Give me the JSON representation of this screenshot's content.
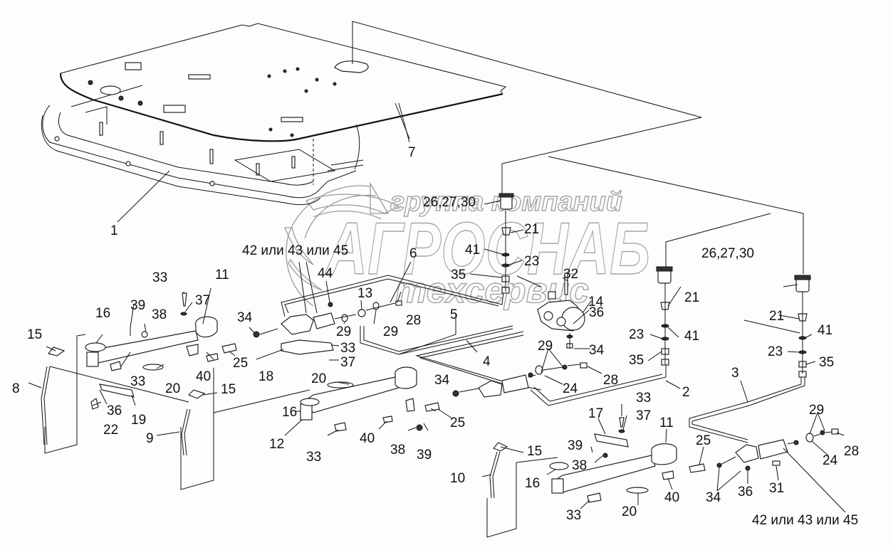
{
  "diagram": {
    "title": "Exploded parts diagram: cab floor with clutch and brake pedal hydraulic master cylinders",
    "watermark": {
      "line1": "группа компаний",
      "line2": "АГРОСНАБ",
      "line3": "техсервис",
      "color": "#a5a5a5"
    },
    "line_color": "#111111",
    "background": "#fcfdfc",
    "callouts": [
      {
        "id": "c1",
        "text": "1"
      },
      {
        "id": "c7",
        "text": "7"
      },
      {
        "id": "c26a",
        "text": "26,27,30"
      },
      {
        "id": "c21a",
        "text": "21"
      },
      {
        "id": "c41a",
        "text": "41"
      },
      {
        "id": "c23a",
        "text": "23"
      },
      {
        "id": "c35a",
        "text": "35"
      },
      {
        "id": "c32",
        "text": "32"
      },
      {
        "id": "c14",
        "text": "14"
      },
      {
        "id": "c42a",
        "text": "42 или 43 или 45"
      },
      {
        "id": "c6",
        "text": "6"
      },
      {
        "id": "c44",
        "text": "44"
      },
      {
        "id": "c13",
        "text": "13"
      },
      {
        "id": "c29a",
        "text": "29"
      },
      {
        "id": "c29b",
        "text": "29"
      },
      {
        "id": "c28a",
        "text": "28"
      },
      {
        "id": "c34a",
        "text": "34"
      },
      {
        "id": "c33a",
        "text": "33"
      },
      {
        "id": "c37a",
        "text": "37"
      },
      {
        "id": "c11a",
        "text": "11"
      },
      {
        "id": "c39a",
        "text": "39"
      },
      {
        "id": "c38a",
        "text": "38"
      },
      {
        "id": "c16a",
        "text": "16"
      },
      {
        "id": "c15a",
        "text": "15"
      },
      {
        "id": "c8",
        "text": "8"
      },
      {
        "id": "c33b",
        "text": "33"
      },
      {
        "id": "c20a",
        "text": "20"
      },
      {
        "id": "c40a",
        "text": "40"
      },
      {
        "id": "c25a",
        "text": "25"
      },
      {
        "id": "c18",
        "text": "18"
      },
      {
        "id": "c36a",
        "text": "36"
      },
      {
        "id": "c19",
        "text": "19"
      },
      {
        "id": "c22",
        "text": "22"
      },
      {
        "id": "c15b",
        "text": "15"
      },
      {
        "id": "c9",
        "text": "9"
      },
      {
        "id": "c33c",
        "text": "33"
      },
      {
        "id": "c37b",
        "text": "37"
      },
      {
        "id": "c5",
        "text": "5"
      },
      {
        "id": "c4",
        "text": "4"
      },
      {
        "id": "c36b",
        "text": "36"
      },
      {
        "id": "c34b",
        "text": "34"
      },
      {
        "id": "c29c",
        "text": "29"
      },
      {
        "id": "c24a",
        "text": "24"
      },
      {
        "id": "c28b",
        "text": "28"
      },
      {
        "id": "c2",
        "text": "2"
      },
      {
        "id": "c20b",
        "text": "20"
      },
      {
        "id": "c16b",
        "text": "16"
      },
      {
        "id": "c12",
        "text": "12"
      },
      {
        "id": "c33d",
        "text": "33"
      },
      {
        "id": "c40b",
        "text": "40"
      },
      {
        "id": "c34c",
        "text": "34"
      },
      {
        "id": "c25b",
        "text": "25"
      },
      {
        "id": "c38b",
        "text": "38"
      },
      {
        "id": "c39b",
        "text": "39"
      },
      {
        "id": "c26b",
        "text": "26,27,30"
      },
      {
        "id": "c21b",
        "text": "21"
      },
      {
        "id": "c41b",
        "text": "41"
      },
      {
        "id": "c23b",
        "text": "23"
      },
      {
        "id": "c35b",
        "text": "35"
      },
      {
        "id": "c21c",
        "text": "21"
      },
      {
        "id": "c41c",
        "text": "41"
      },
      {
        "id": "c23c",
        "text": "23"
      },
      {
        "id": "c35c",
        "text": "35"
      },
      {
        "id": "c3",
        "text": "3"
      },
      {
        "id": "c33e",
        "text": "33"
      },
      {
        "id": "c37c",
        "text": "37"
      },
      {
        "id": "c17",
        "text": "17"
      },
      {
        "id": "c11b",
        "text": "11"
      },
      {
        "id": "c15c",
        "text": "15"
      },
      {
        "id": "c10",
        "text": "10"
      },
      {
        "id": "c39c",
        "text": "39"
      },
      {
        "id": "c38c",
        "text": "38"
      },
      {
        "id": "c16c",
        "text": "16"
      },
      {
        "id": "c33f",
        "text": "33"
      },
      {
        "id": "c20c",
        "text": "20"
      },
      {
        "id": "c40c",
        "text": "40"
      },
      {
        "id": "c25c",
        "text": "25"
      },
      {
        "id": "c34d",
        "text": "34"
      },
      {
        "id": "c36c",
        "text": "36"
      },
      {
        "id": "c31",
        "text": "31"
      },
      {
        "id": "c29d",
        "text": "29"
      },
      {
        "id": "c24b",
        "text": "24"
      },
      {
        "id": "c28c",
        "text": "28"
      },
      {
        "id": "c42b",
        "text": "42 или 43 или 45"
      }
    ]
  }
}
